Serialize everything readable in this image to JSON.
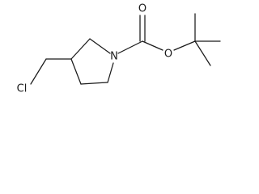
{
  "molecule": {
    "atoms": {
      "carbonyl_oxygen": "O",
      "ester_oxygen": "O",
      "ring_nitrogen": "N",
      "chlorine": "Cl"
    }
  }
}
